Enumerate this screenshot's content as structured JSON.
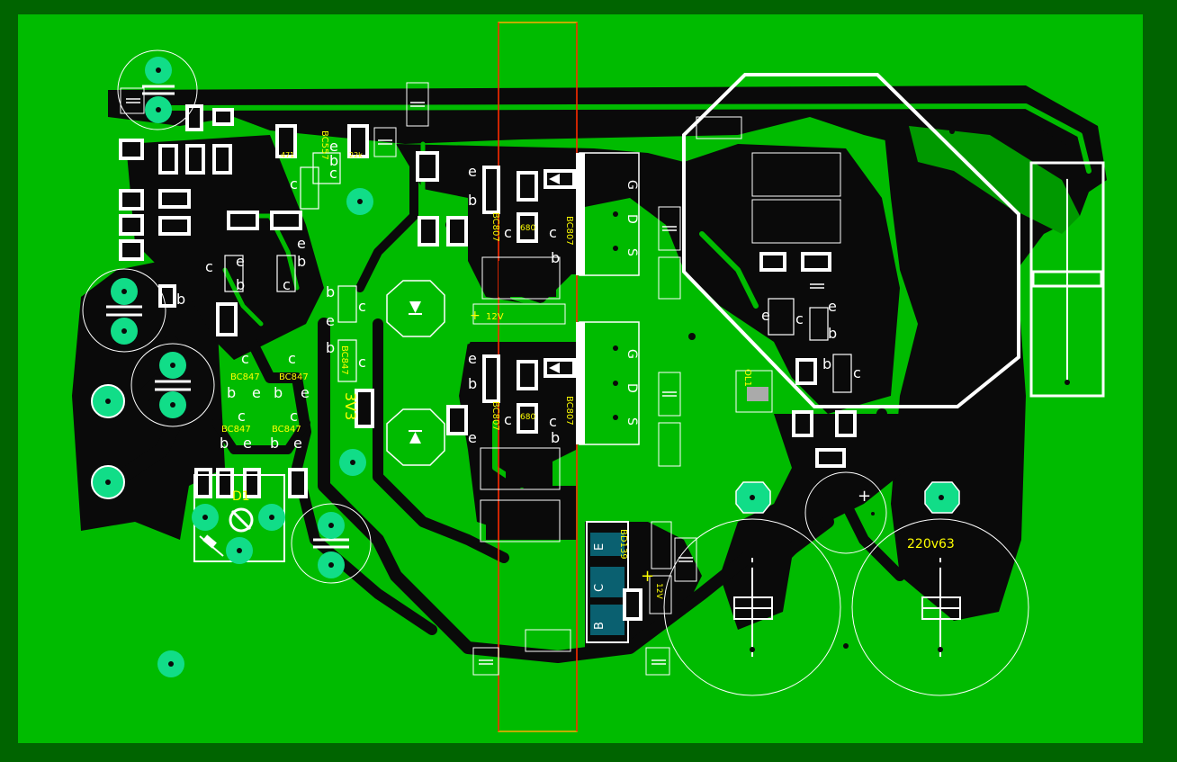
{
  "colors": {
    "frame": "#006400",
    "copper_fill": "#00bb00",
    "trace": "#0a0a0a",
    "pad": "#11dd88",
    "pad_hole": "#0a6070",
    "silkscreen": "#ffffff",
    "component_label": "#ffff00",
    "cut_line": "#ff0000",
    "outline_box": "#ffaa00"
  },
  "labels": {
    "bc557": "BC557",
    "bc847_1": "BC847",
    "bc847_2": "BC847",
    "bc847_3": "BC847",
    "bc847_4": "BC847",
    "bc847_5": "BC847",
    "bc807_1": "BC807",
    "bc807_2": "BC807",
    "bc807_3": "BC807",
    "bc807_4": "BC807",
    "zener_3v3": "3V3",
    "rail_12v": "12V",
    "rail_12v_small": "12V",
    "bd139": "BD139",
    "cap_220v63": "220v63",
    "pin_b": "B",
    "pin_c": "C",
    "pin_e": "E",
    "gate_g": "G",
    "gate_d": "D",
    "gate_s": "S",
    "res_471": "471",
    "res_22k": "22k",
    "res_680_1": "680",
    "res_680_2": "680",
    "ref_d1": "D1",
    "ref_ol1": "OL1",
    "plus": "+"
  },
  "icons": [
    "bridge-rectifier-icon",
    "diode-icon",
    "capacitor-icon",
    "resistor-icon",
    "potentiometer-icon",
    "mounting-hole-icon"
  ]
}
